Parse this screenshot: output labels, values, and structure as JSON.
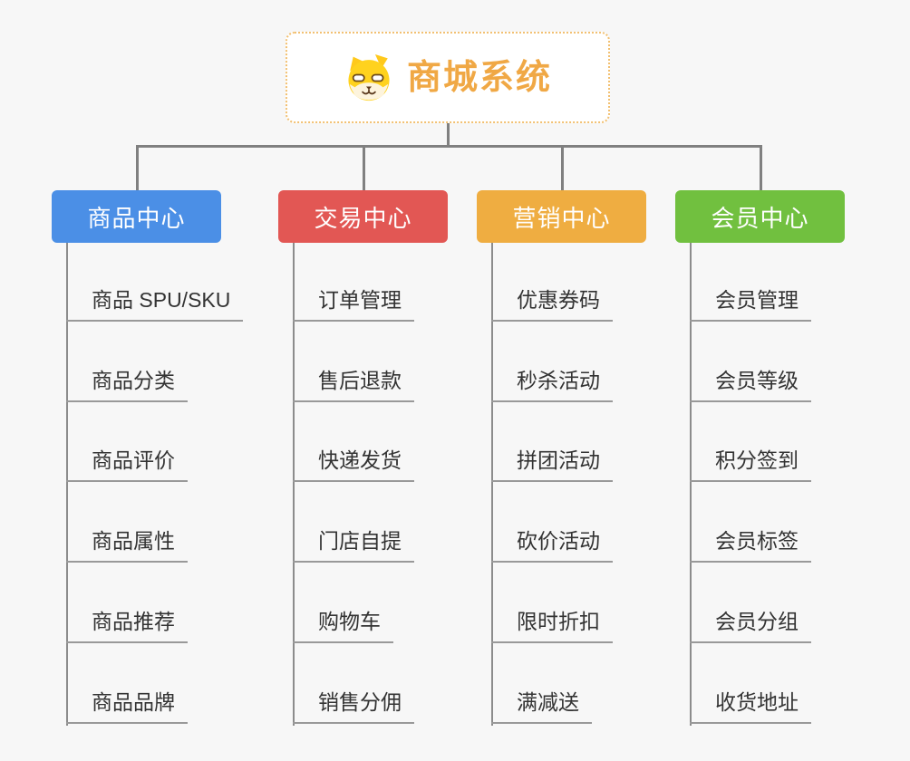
{
  "canvas": {
    "background": "#f7f7f7"
  },
  "root": {
    "title": "商城系统",
    "icon": "dog-face-icon",
    "text_color": "#f0a845",
    "border_color": "#f2c071"
  },
  "colors": {
    "connector": "#808080",
    "leaf_underline": "#999999",
    "leaf_text": "#333333"
  },
  "branches": [
    {
      "label": "商品中心",
      "color": "#4b8fe6",
      "children": [
        "商品 SPU/SKU",
        "商品分类",
        "商品评价",
        "商品属性",
        "商品推荐",
        "商品品牌"
      ]
    },
    {
      "label": "交易中心",
      "color": "#e25754",
      "children": [
        "订单管理",
        "售后退款",
        "快递发货",
        "门店自提",
        "购物车",
        "销售分佣"
      ]
    },
    {
      "label": "营销中心",
      "color": "#efad41",
      "children": [
        "优惠券码",
        "秒杀活动",
        "拼团活动",
        "砍价活动",
        "限时折扣",
        "满减送"
      ]
    },
    {
      "label": "会员中心",
      "color": "#71c03f",
      "children": [
        "会员管理",
        "会员等级",
        "积分签到",
        "会员标签",
        "会员分组",
        "收货地址"
      ]
    }
  ]
}
